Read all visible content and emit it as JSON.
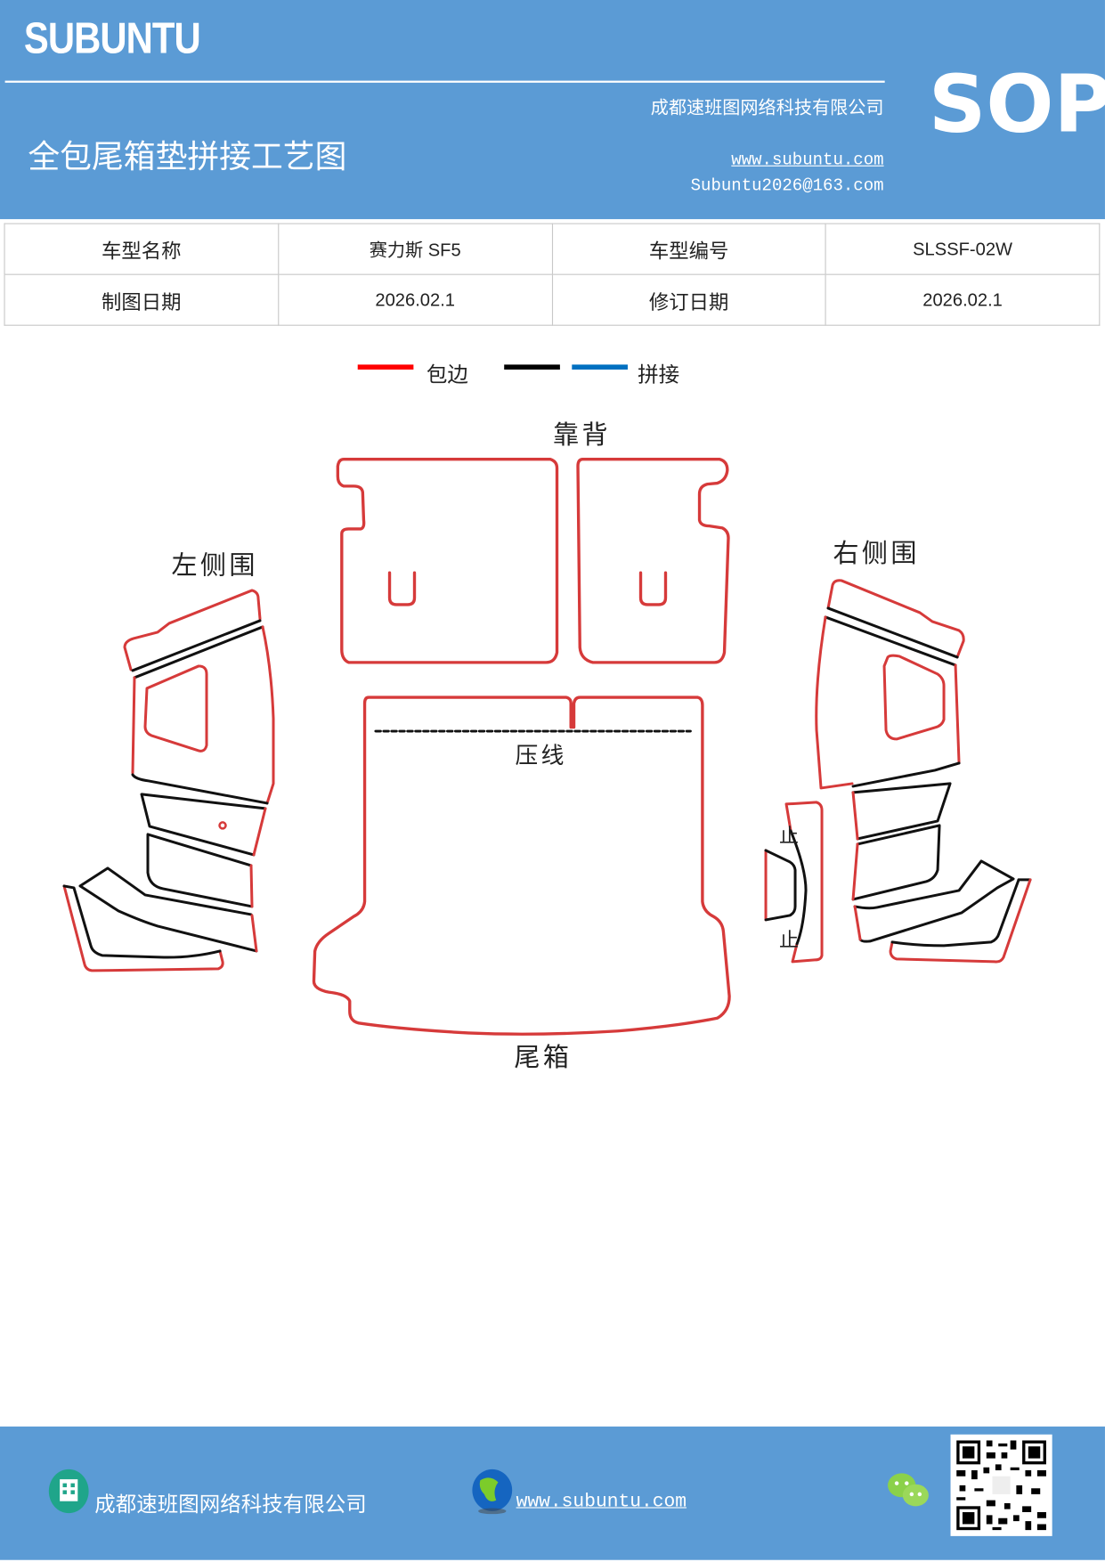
{
  "header": {
    "brand": "SUBUNTU",
    "company": "成都速班图网络科技有限公司",
    "title": "全包尾箱垫拼接工艺图",
    "website": "www.subuntu.com",
    "email": "Subuntu2026@163.com",
    "badge": "SOP",
    "background_color": "#5b9bd5"
  },
  "info_table": {
    "rows": [
      [
        "车型名称",
        "赛力斯 SF5",
        "车型编号",
        "SLSSF-02W"
      ],
      [
        "制图日期",
        "2026.02.1",
        "修订日期",
        "2026.02.1"
      ]
    ]
  },
  "legend": {
    "items": [
      {
        "label": "包边",
        "color": "#ff0000"
      },
      {
        "label": "",
        "color": "#000000"
      },
      {
        "label": "拼接",
        "color": "#0070c0"
      }
    ]
  },
  "diagram": {
    "labels": {
      "backrest": "靠背",
      "left_side": "左侧围",
      "right_side": "右侧围",
      "press_line": "压线",
      "trunk": "尾箱",
      "stop_mark": "止"
    },
    "edge_color": "#d63a3a",
    "seam_color": "#111111"
  },
  "footer": {
    "company": "成都速班图网络科技有限公司",
    "website": "www.subuntu.com",
    "icons": [
      "building-icon",
      "globe-icon",
      "wechat-icon",
      "qr-code"
    ]
  }
}
